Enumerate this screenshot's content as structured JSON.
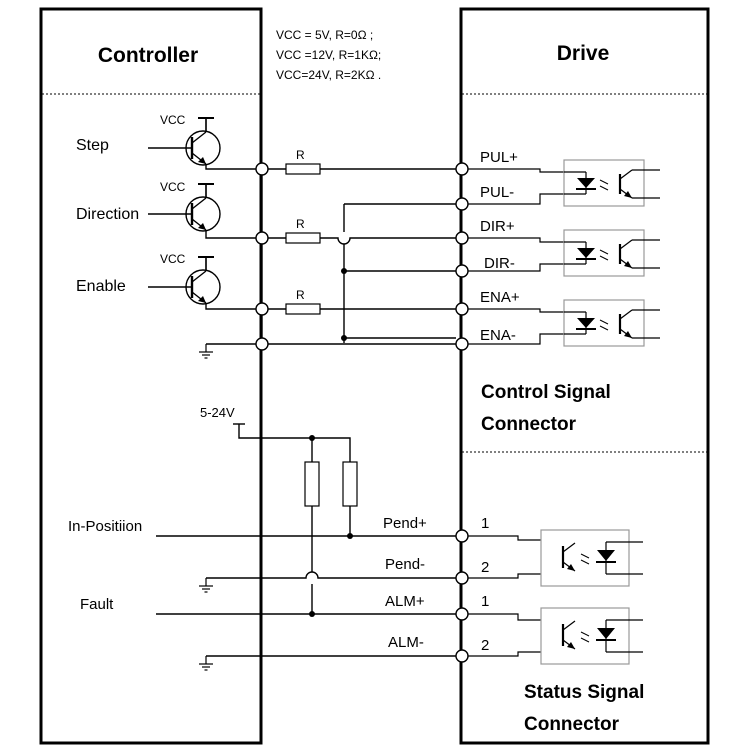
{
  "controller": {
    "title": "Controller"
  },
  "drive": {
    "title": "Drive"
  },
  "note": {
    "line1": "VCC = 5V, R=0Ω ;",
    "line2": "VCC =12V, R=1KΩ;",
    "line3": "VCC=24V, R=2KΩ ."
  },
  "inputs": {
    "step": "Step",
    "direction": "Direction",
    "enable": "Enable",
    "vcc": "VCC",
    "resistor": "R"
  },
  "control_pins": [
    "PUL+",
    "PUL-",
    "DIR+",
    "DIR-",
    "ENA+",
    "ENA-"
  ],
  "control_section": {
    "line1": "Control Signal",
    "line2": "Connector"
  },
  "supply": "5-24V",
  "outputs": {
    "in_position": "In-Positiion",
    "fault": "Fault"
  },
  "status_pins": [
    {
      "name": "Pend+",
      "num": "1"
    },
    {
      "name": "Pend-",
      "num": "2"
    },
    {
      "name": "ALM+",
      "num": "1"
    },
    {
      "name": "ALM-",
      "num": "2"
    }
  ],
  "status_section": {
    "line1": "Status Signal",
    "line2": "Connector"
  }
}
